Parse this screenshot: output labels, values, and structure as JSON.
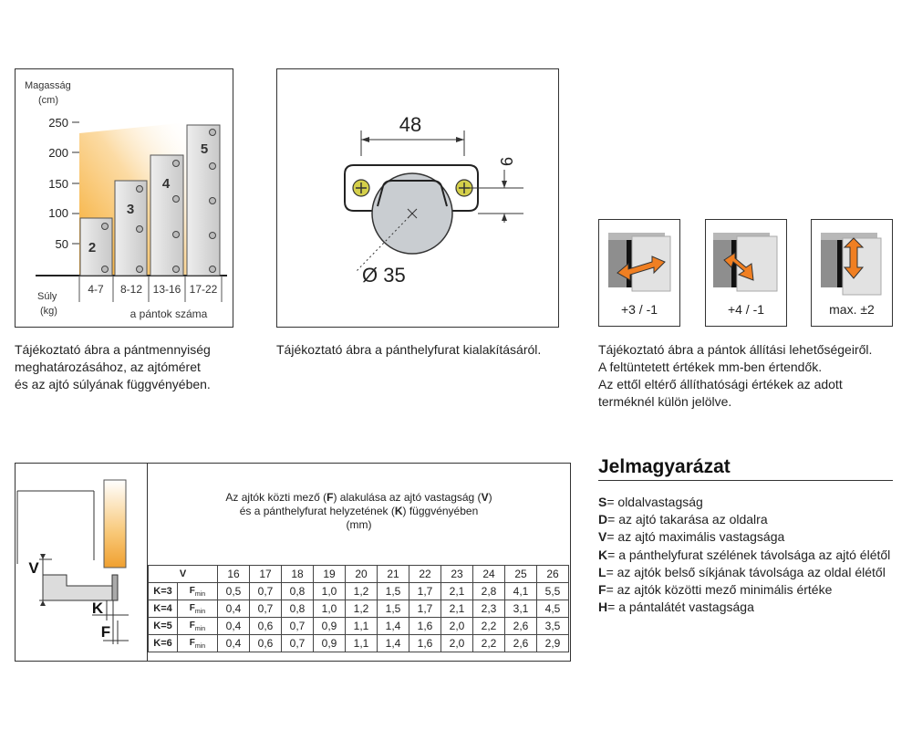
{
  "weight_chart": {
    "y_axis_title": "Magasság",
    "y_axis_unit": "(cm)",
    "y_ticks": [
      "250",
      "200",
      "150",
      "100",
      "50"
    ],
    "x_axis_title": "Súly",
    "x_axis_unit": "(kg)",
    "x_caption": "a pántok száma",
    "bars": [
      {
        "hinges": "2",
        "weight": "4-7"
      },
      {
        "hinges": "3",
        "weight": "8-12"
      },
      {
        "hinges": "4",
        "weight": "13-16"
      },
      {
        "hinges": "5",
        "weight": "17-22"
      }
    ],
    "caption": [
      "Tájékoztató ábra a pántmennyiség",
      "meghatározásához, az ajtóméret",
      "és az ajtó súlyának függvényében."
    ]
  },
  "drill_diagram": {
    "dim_width": "48",
    "dim_offset": "6",
    "dim_diameter": "Ø 35",
    "caption": "Tájékoztató ábra a pánthelyfurat kialakításáról."
  },
  "adjustments": {
    "items": [
      {
        "label": "+3 / -1",
        "icon": "horizontal-adjust-icon"
      },
      {
        "label": "+4 / -1",
        "icon": "diagonal-adjust-icon"
      },
      {
        "label": "max. ±2",
        "icon": "vertical-adjust-icon"
      }
    ],
    "caption": [
      "Tájékoztató ábra a pántok állítási lehetőségeiről.",
      "A feltüntetett értékek mm-ben értendők.",
      "Az ettől eltérő állíthatósági értékek az adott",
      "terméknél külön jelölve."
    ],
    "colors": {
      "arrow": "#f07f22",
      "door": "#d8d8d8",
      "frame": "#9a9a9a"
    }
  },
  "gap_table": {
    "diagram_labels": {
      "v": "V",
      "k": "K",
      "f": "F"
    },
    "title_parts": {
      "l1a": "Az ajtók közti mező (",
      "l1b": "F",
      "l1c": ") alakulása az ajtó vastagság (",
      "l1d": "V",
      "l1e": ")",
      "l2a": "és a pánthelyfurat helyzetének (",
      "l2b": "K",
      "l2c": ") függvényében",
      "l3": "(mm)"
    },
    "v_header": "V",
    "v_values": [
      "16",
      "17",
      "18",
      "19",
      "20",
      "21",
      "22",
      "23",
      "24",
      "25",
      "26"
    ],
    "f_label": "F",
    "f_sub": "min",
    "rows": [
      {
        "k": "K=3",
        "values": [
          "0,5",
          "0,7",
          "0,8",
          "1,0",
          "1,2",
          "1,5",
          "1,7",
          "2,1",
          "2,8",
          "4,1",
          "5,5"
        ]
      },
      {
        "k": "K=4",
        "values": [
          "0,4",
          "0,7",
          "0,8",
          "1,0",
          "1,2",
          "1,5",
          "1,7",
          "2,1",
          "2,3",
          "3,1",
          "4,5"
        ]
      },
      {
        "k": "K=5",
        "values": [
          "0,4",
          "0,6",
          "0,7",
          "0,9",
          "1,1",
          "1,4",
          "1,6",
          "2,0",
          "2,2",
          "2,6",
          "3,5"
        ]
      },
      {
        "k": "K=6",
        "values": [
          "0,4",
          "0,6",
          "0,7",
          "0,9",
          "1,1",
          "1,4",
          "1,6",
          "2,0",
          "2,2",
          "2,6",
          "2,9"
        ]
      }
    ]
  },
  "legend": {
    "title": "Jelmagyarázat",
    "items": [
      {
        "key": "S",
        "text": "= oldalvastagság"
      },
      {
        "key": "D",
        "text": "= az ajtó takarása az oldalra"
      },
      {
        "key": "V",
        "text": "= az ajtó maximális vastagsága"
      },
      {
        "key": "K",
        "text": "= a pánthelyfurat szélének távolsága az ajtó élétől"
      },
      {
        "key": "L",
        "text": "= az ajtók belső síkjának távolsága az oldal élétől"
      },
      {
        "key": "F",
        "text": "= az ajtók közötti mező minimális értéke"
      },
      {
        "key": "H",
        "text": "= a pántalátét vastagsága"
      }
    ]
  }
}
